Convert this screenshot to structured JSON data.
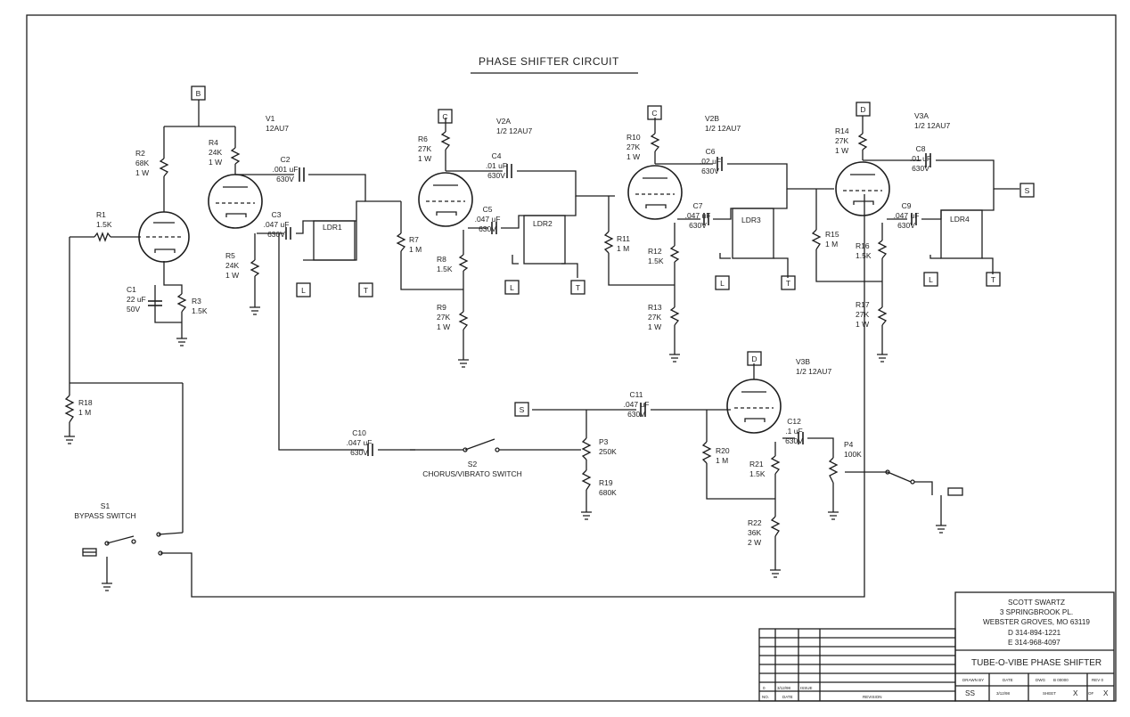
{
  "title": "PHASE SHIFTER CIRCUIT",
  "connectors": [
    {
      "id": "B",
      "label": "B"
    },
    {
      "id": "C1",
      "label": "C"
    },
    {
      "id": "C2",
      "label": "C"
    },
    {
      "id": "D1",
      "label": "D"
    },
    {
      "id": "D2",
      "label": "D"
    },
    {
      "id": "S1",
      "label": "S"
    },
    {
      "id": "S2",
      "label": "S"
    },
    {
      "id": "L1",
      "label": "L"
    },
    {
      "id": "T1",
      "label": "T"
    },
    {
      "id": "L2",
      "label": "L"
    },
    {
      "id": "T2",
      "label": "T"
    },
    {
      "id": "L3",
      "label": "L"
    },
    {
      "id": "T3",
      "label": "T"
    },
    {
      "id": "L4",
      "label": "L"
    },
    {
      "id": "T4",
      "label": "T"
    }
  ],
  "components": [
    {
      "id": "v1",
      "lines": [
        "V1",
        "12AU7"
      ]
    },
    {
      "id": "v2a",
      "lines": [
        "V2A",
        "1/2  12AU7"
      ]
    },
    {
      "id": "v2b",
      "lines": [
        "V2B",
        "1/2  12AU7"
      ]
    },
    {
      "id": "v3a",
      "lines": [
        "V3A",
        "1/2  12AU7"
      ]
    },
    {
      "id": "v3b",
      "lines": [
        "V3B",
        "1/2  12AU7"
      ]
    },
    {
      "id": "r1",
      "lines": [
        "R1",
        "1.5K"
      ]
    },
    {
      "id": "r2",
      "lines": [
        "R2",
        "68K",
        "1  W"
      ]
    },
    {
      "id": "r3",
      "lines": [
        "R3",
        "1.5K"
      ]
    },
    {
      "id": "r4",
      "lines": [
        "R4",
        "24K",
        "1  W"
      ]
    },
    {
      "id": "r5",
      "lines": [
        "R5",
        "24K",
        "1  W"
      ]
    },
    {
      "id": "r6",
      "lines": [
        "R6",
        "27K",
        "1  W"
      ]
    },
    {
      "id": "r7",
      "lines": [
        "R7",
        "1  M"
      ]
    },
    {
      "id": "r8",
      "lines": [
        "R8",
        "1.5K"
      ]
    },
    {
      "id": "r9",
      "lines": [
        "R9",
        "27K",
        "1  W"
      ]
    },
    {
      "id": "r10",
      "lines": [
        "R10",
        "27K",
        "1  W"
      ]
    },
    {
      "id": "r11",
      "lines": [
        "R11",
        "1  M"
      ]
    },
    {
      "id": "r12",
      "lines": [
        "R12",
        "1.5K"
      ]
    },
    {
      "id": "r13",
      "lines": [
        "R13",
        "27K",
        "1  W"
      ]
    },
    {
      "id": "r14",
      "lines": [
        "R14",
        "27K",
        "1  W"
      ]
    },
    {
      "id": "r15",
      "lines": [
        "R15",
        "1  M"
      ]
    },
    {
      "id": "r16",
      "lines": [
        "R16",
        "1.5K"
      ]
    },
    {
      "id": "r17",
      "lines": [
        "R17",
        "27K",
        "1  W"
      ]
    },
    {
      "id": "r18",
      "lines": [
        "R18",
        "1  M"
      ]
    },
    {
      "id": "r19",
      "lines": [
        "R19",
        "680K"
      ]
    },
    {
      "id": "r20",
      "lines": [
        "R20",
        "1  M"
      ]
    },
    {
      "id": "r21",
      "lines": [
        "R21",
        "1.5K"
      ]
    },
    {
      "id": "r22",
      "lines": [
        "R22",
        "36K",
        "2  W"
      ]
    },
    {
      "id": "c1",
      "lines": [
        "C1",
        "22  uF",
        "50V"
      ]
    },
    {
      "id": "c2",
      "lines": [
        "C2",
        ".001  uF",
        "630V"
      ]
    },
    {
      "id": "c3",
      "lines": [
        "C3",
        ".047  uF",
        "630V"
      ]
    },
    {
      "id": "c4",
      "lines": [
        "C4",
        ".01  uF",
        "630V"
      ]
    },
    {
      "id": "c5",
      "lines": [
        "C5",
        ".047  uF",
        "630V"
      ]
    },
    {
      "id": "c6",
      "lines": [
        "C6",
        ".02  uF",
        "630V"
      ]
    },
    {
      "id": "c7",
      "lines": [
        "C7",
        ".047  uF",
        "630V"
      ]
    },
    {
      "id": "c8",
      "lines": [
        "C8",
        ".01  uF",
        "630V"
      ]
    },
    {
      "id": "c9",
      "lines": [
        "C9",
        ".047  uF",
        "630V"
      ]
    },
    {
      "id": "c10",
      "lines": [
        "C10",
        ".047  uF",
        "630V"
      ]
    },
    {
      "id": "c11",
      "lines": [
        "C11",
        ".047  uF",
        "630V"
      ]
    },
    {
      "id": "c12",
      "lines": [
        "C12",
        ".1  uF",
        "630V"
      ]
    },
    {
      "id": "p3",
      "lines": [
        "P3",
        "250K"
      ]
    },
    {
      "id": "p4",
      "lines": [
        "P4",
        "100K"
      ]
    },
    {
      "id": "ldr1",
      "lines": [
        "LDR1"
      ]
    },
    {
      "id": "ldr2",
      "lines": [
        "LDR2"
      ]
    },
    {
      "id": "ldr3",
      "lines": [
        "LDR3"
      ]
    },
    {
      "id": "ldr4",
      "lines": [
        "LDR4"
      ]
    },
    {
      "id": "s1",
      "lines": [
        "S1",
        "BYPASS  SWITCH"
      ]
    },
    {
      "id": "s2",
      "lines": [
        "S2",
        "CHORUS/VIBRATO  SWITCH"
      ]
    }
  ],
  "title_block": {
    "author": "SCOTT  SWARTZ",
    "address1": "3  SPRINGBROOK  PL.",
    "address2": "WEBSTER  GROVES,  MO  63119",
    "phone_d": "D    314-894-1221",
    "phone_e": "E    314-968-4097",
    "drawing_title": "TUBE-O-VIBE  PHASE  SHIFTER",
    "drawn_by_label": "DRAWN BY",
    "date_label": "DATE",
    "dwg_no_label": "DWG",
    "dwg_no": "B 00000",
    "rev": "REV 0",
    "drawn_by": "SS",
    "date": "3/12/98",
    "sheet_label": "SHEET",
    "sheet": "X",
    "of_label": "OF",
    "sheets": "X"
  },
  "revision": {
    "letter": "0",
    "date": "3/12/98",
    "desc": "ISSUE",
    "no_label": "NO.",
    "date_label": "DATE",
    "revision_label": "REVISION"
  }
}
